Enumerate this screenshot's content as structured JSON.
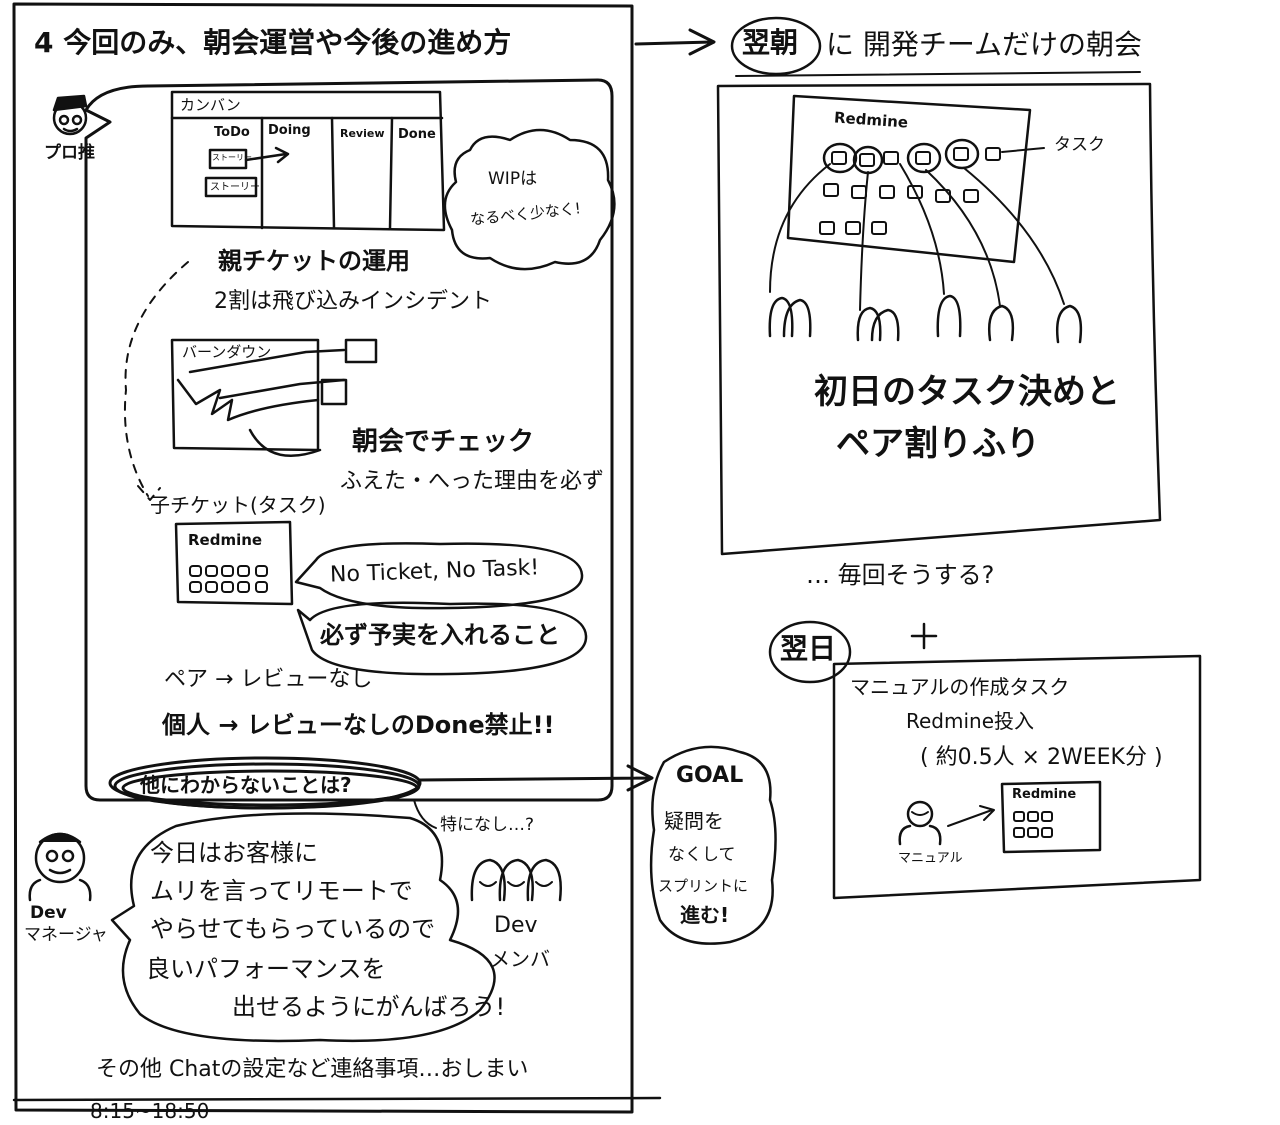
{
  "left": {
    "heading": "4 今回のみ、朝会運営や今後の進め方",
    "pm_label": "プロ推",
    "kanban": {
      "title": "カンバン",
      "columns": [
        "ToDo",
        "Doing",
        "Review",
        "Done"
      ],
      "cards": [
        "ストーリー",
        "ストーリー"
      ]
    },
    "wip_bubble": [
      "WIPは",
      "なるべく少なく!"
    ],
    "parent_ticket": "親チケットの運用",
    "incident_note": "2割は飛び込みインシデント",
    "burndown_label": "バーンダウン",
    "morning_check": "朝会でチェック",
    "reason_note": "ふえた・へった理由を必ず",
    "child_ticket": "子チケット(タスク)",
    "redmine_label": "Redmine",
    "no_ticket": "No Ticket, No Task!",
    "plan_actual": "必ず予実を入れること",
    "pair_review": "ペア → レビューなし",
    "solo_review": "個人 → レビューなしのDone禁止!!",
    "question": "他にわからないことは?",
    "nothing_special": "特になし…?",
    "dev_manager": [
      "Dev",
      "マネージャ"
    ],
    "manager_speech": [
      "今日はお客様に",
      "ムリを言ってリモートで",
      "やらせてもらっているので",
      "良いパフォーマンスを",
      "出せるようにがんばろう!"
    ],
    "dev_members": [
      "Dev",
      "メンバ"
    ],
    "footer_note": "その他 Chatの設定など連絡事項…おしまい",
    "time": "8:15~18:50"
  },
  "goal": {
    "title": "GOAL",
    "lines": [
      "疑問を",
      "なくして",
      "スプリントに",
      "進む!"
    ]
  },
  "right": {
    "next_morning": "翌朝",
    "heading_rest": "に 開発チームだけの朝会",
    "redmine_label": "Redmine",
    "task_label": "タスク",
    "first_day_1": "初日のタスク決めと",
    "first_day_2": "ペア割りふり",
    "every_time": "… 毎回そうする?",
    "next_day": "翌日",
    "plus": "+",
    "manual_task": "マニュアルの作成タスク",
    "redmine_input": "Redmine投入",
    "estimate": "( 約0.5人 × 2WEEK分 )",
    "manual_label": "マニュアル",
    "redmine_small": "Redmine"
  }
}
